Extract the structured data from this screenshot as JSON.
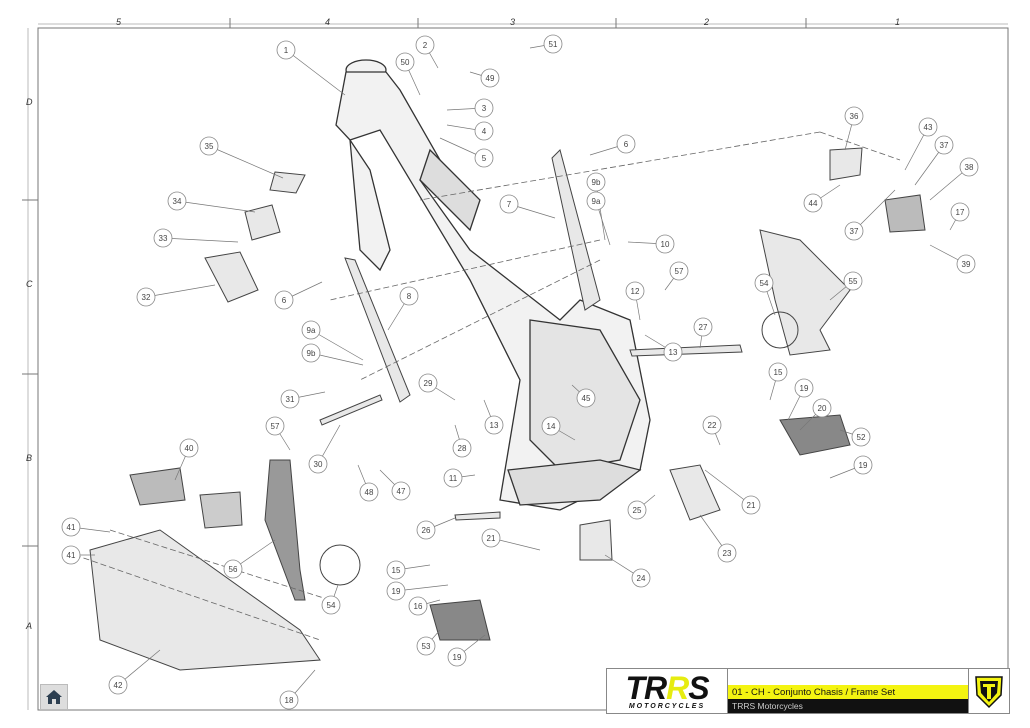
{
  "zones": {
    "columns": [
      "5",
      "4",
      "3",
      "2",
      "1"
    ],
    "rows": [
      "D",
      "C",
      "B",
      "A"
    ]
  },
  "callouts": [
    "1",
    "2",
    "50",
    "49",
    "51",
    "3",
    "4",
    "5",
    "6",
    "9b",
    "9a",
    "7",
    "10",
    "57",
    "12",
    "13",
    "27",
    "35",
    "34",
    "33",
    "32",
    "6",
    "8",
    "9a",
    "9b",
    "31",
    "29",
    "28",
    "13",
    "30",
    "57",
    "48",
    "47",
    "11",
    "14",
    "45",
    "26",
    "21",
    "25",
    "24",
    "23",
    "21",
    "22",
    "15",
    "19",
    "20",
    "52",
    "19",
    "36",
    "43",
    "37",
    "38",
    "44",
    "37",
    "17",
    "39",
    "54",
    "55",
    "40",
    "41",
    "41",
    "56",
    "54",
    "15",
    "19",
    "16",
    "53",
    "19",
    "42",
    "18"
  ],
  "title_block": {
    "brand_main_a": "TR",
    "brand_main_b": "R",
    "brand_main_c": "S",
    "brand_sub": "MOTORCYCLES",
    "title": "01 - CH - Conjunto Chasis / Frame Set",
    "subtitle": "TRRS Motorcycles"
  },
  "colors": {
    "accent": "#f4f411",
    "dark": "#111111",
    "line": "#555555"
  },
  "icons": {
    "home": "home-icon",
    "badge": "trrs-shield-logo"
  }
}
